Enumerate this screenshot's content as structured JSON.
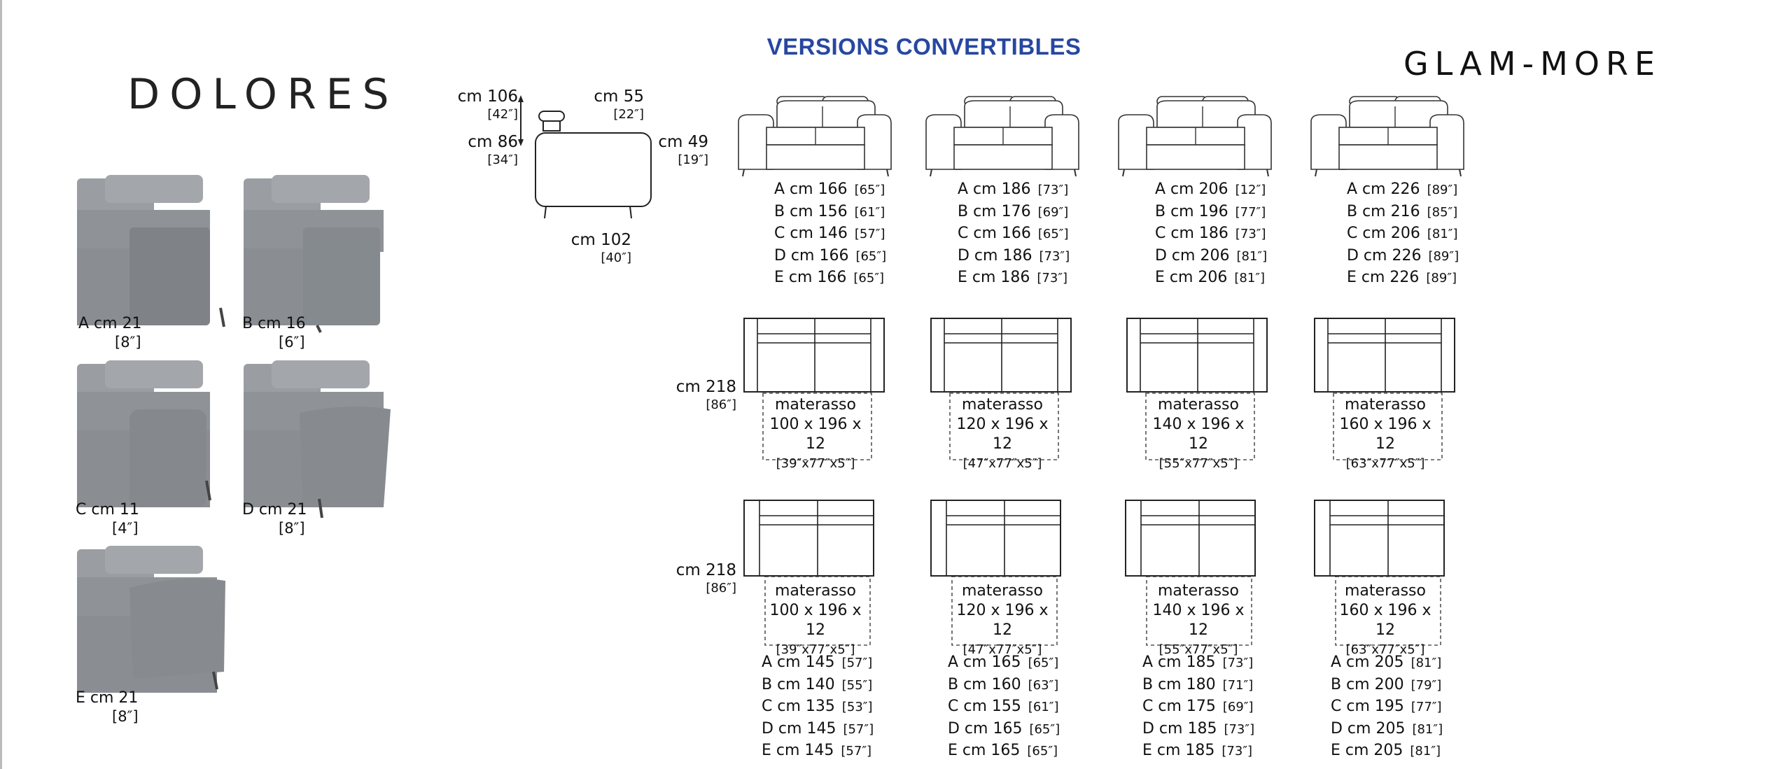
{
  "header": {
    "title": "VERSIONS CONVERTIBLES",
    "brand": "GLAM-MORE",
    "product": "DOLORES"
  },
  "colors": {
    "title": "#2747a1",
    "upholstery": "#8e9296",
    "line": "#333333"
  },
  "arms": [
    {
      "label": "A  cm 21",
      "inch": "[8″]"
    },
    {
      "label": "B  cm 16",
      "inch": "[6″]"
    },
    {
      "label": "C  cm 11",
      "inch": "[4″]"
    },
    {
      "label": "D  cm 21",
      "inch": "[8″]"
    },
    {
      "label": "E  cm 21",
      "inch": "[8″]"
    }
  ],
  "profile": {
    "h1": "cm 106",
    "h1_in": "[42″]",
    "h2": "cm 86",
    "h2_in": "[34″]",
    "d1": "cm 55",
    "d1_in": "[22″]",
    "d2": "cm 102",
    "d2_in": "[40″]"
  },
  "seat_height": {
    "cm": "cm 49",
    "in": "[19″]"
  },
  "depth": {
    "cm": "cm 218",
    "in": "[86″]"
  },
  "front_specs": [
    [
      [
        "A cm 166",
        "[65″]"
      ],
      [
        "B cm 156",
        "[61″]"
      ],
      [
        "C cm 146",
        "[57″]"
      ],
      [
        "D cm 166",
        "[65″]"
      ],
      [
        "E cm 166",
        "[65″]"
      ]
    ],
    [
      [
        "A cm 186",
        "[73″]"
      ],
      [
        "B cm 176",
        "[69″]"
      ],
      [
        "C cm 166",
        "[65″]"
      ],
      [
        "D cm 186",
        "[73″]"
      ],
      [
        "E cm 186",
        "[73″]"
      ]
    ],
    [
      [
        "A cm 206",
        "[12″]"
      ],
      [
        "B cm 196",
        "[77″]"
      ],
      [
        "C cm 186",
        "[73″]"
      ],
      [
        "D cm 206",
        "[81″]"
      ],
      [
        "E cm 206",
        "[81″]"
      ]
    ],
    [
      [
        "A cm 226",
        "[89″]"
      ],
      [
        "B cm 216",
        "[85″]"
      ],
      [
        "C cm 206",
        "[81″]"
      ],
      [
        "D cm 226",
        "[89″]"
      ],
      [
        "E cm 226",
        "[89″]"
      ]
    ]
  ],
  "mattresses": [
    {
      "label": "materasso",
      "size": "100 x 196 x 12",
      "inch": "[39″x77″x5″]"
    },
    {
      "label": "materasso",
      "size": "120 x 196 x 12",
      "inch": "[47″x77″x5″]"
    },
    {
      "label": "materasso",
      "size": "140 x 196 x 12",
      "inch": "[55″x77″x5″]"
    },
    {
      "label": "materasso",
      "size": "160 x 196 x 12",
      "inch": "[63″x77″x5″]"
    }
  ],
  "bottom_specs": [
    [
      [
        "A cm 145",
        "[57″]"
      ],
      [
        "B cm 140",
        "[55″]"
      ],
      [
        "C cm 135",
        "[53″]"
      ],
      [
        "D cm 145",
        "[57″]"
      ],
      [
        "E cm 145",
        "[57″]"
      ]
    ],
    [
      [
        "A cm 165",
        "[65″]"
      ],
      [
        "B cm 160",
        "[63″]"
      ],
      [
        "C cm 155",
        "[61″]"
      ],
      [
        "D cm 165",
        "[65″]"
      ],
      [
        "E cm 165",
        "[65″]"
      ]
    ],
    [
      [
        "A cm 185",
        "[73″]"
      ],
      [
        "B cm 180",
        "[71″]"
      ],
      [
        "C cm 175",
        "[69″]"
      ],
      [
        "D cm 185",
        "[73″]"
      ],
      [
        "E cm  185",
        "[73″]"
      ]
    ],
    [
      [
        "A cm 205",
        "[81″]"
      ],
      [
        "B cm 200",
        "[79″]"
      ],
      [
        "C cm 195",
        "[77″]"
      ],
      [
        "D cm 205",
        "[81″]"
      ],
      [
        "E cm  205",
        "[81″]"
      ]
    ]
  ]
}
